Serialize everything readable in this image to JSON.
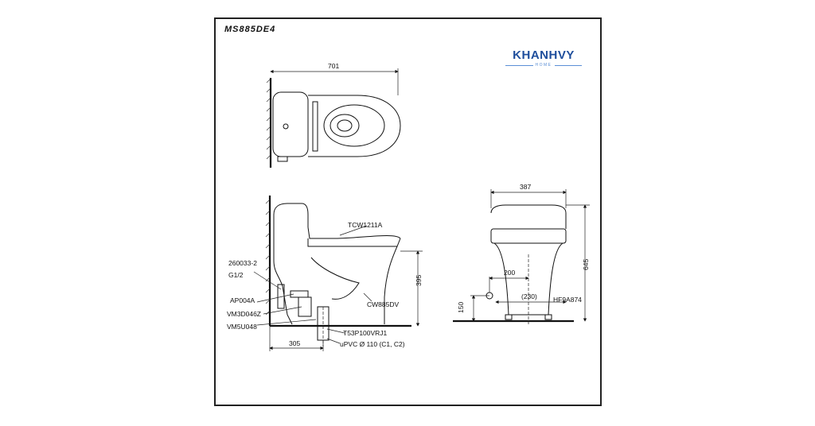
{
  "model": "MS885DE4",
  "logo": {
    "name": "KHANHVY",
    "sub": "HOME"
  },
  "dimensions": {
    "top_width": "701",
    "front_width": "387",
    "height_seat": "395",
    "wall_offset": "305",
    "total_height": "645",
    "inlet_height": "150",
    "inlet_offset": "200",
    "outlet_offset": "(230)"
  },
  "parts": {
    "seat": "TCW1211A",
    "supply": "260033-2",
    "supply_thread": "G1/2",
    "valve": "AP004A",
    "fitting1": "VM3D046Z",
    "fitting2": "VM5U048",
    "flange": "T53P100VRJ1",
    "pipe": "uPVC Ø 110 (C1, C2)",
    "bowl": "CW885DV",
    "hose": "HF9A874"
  }
}
